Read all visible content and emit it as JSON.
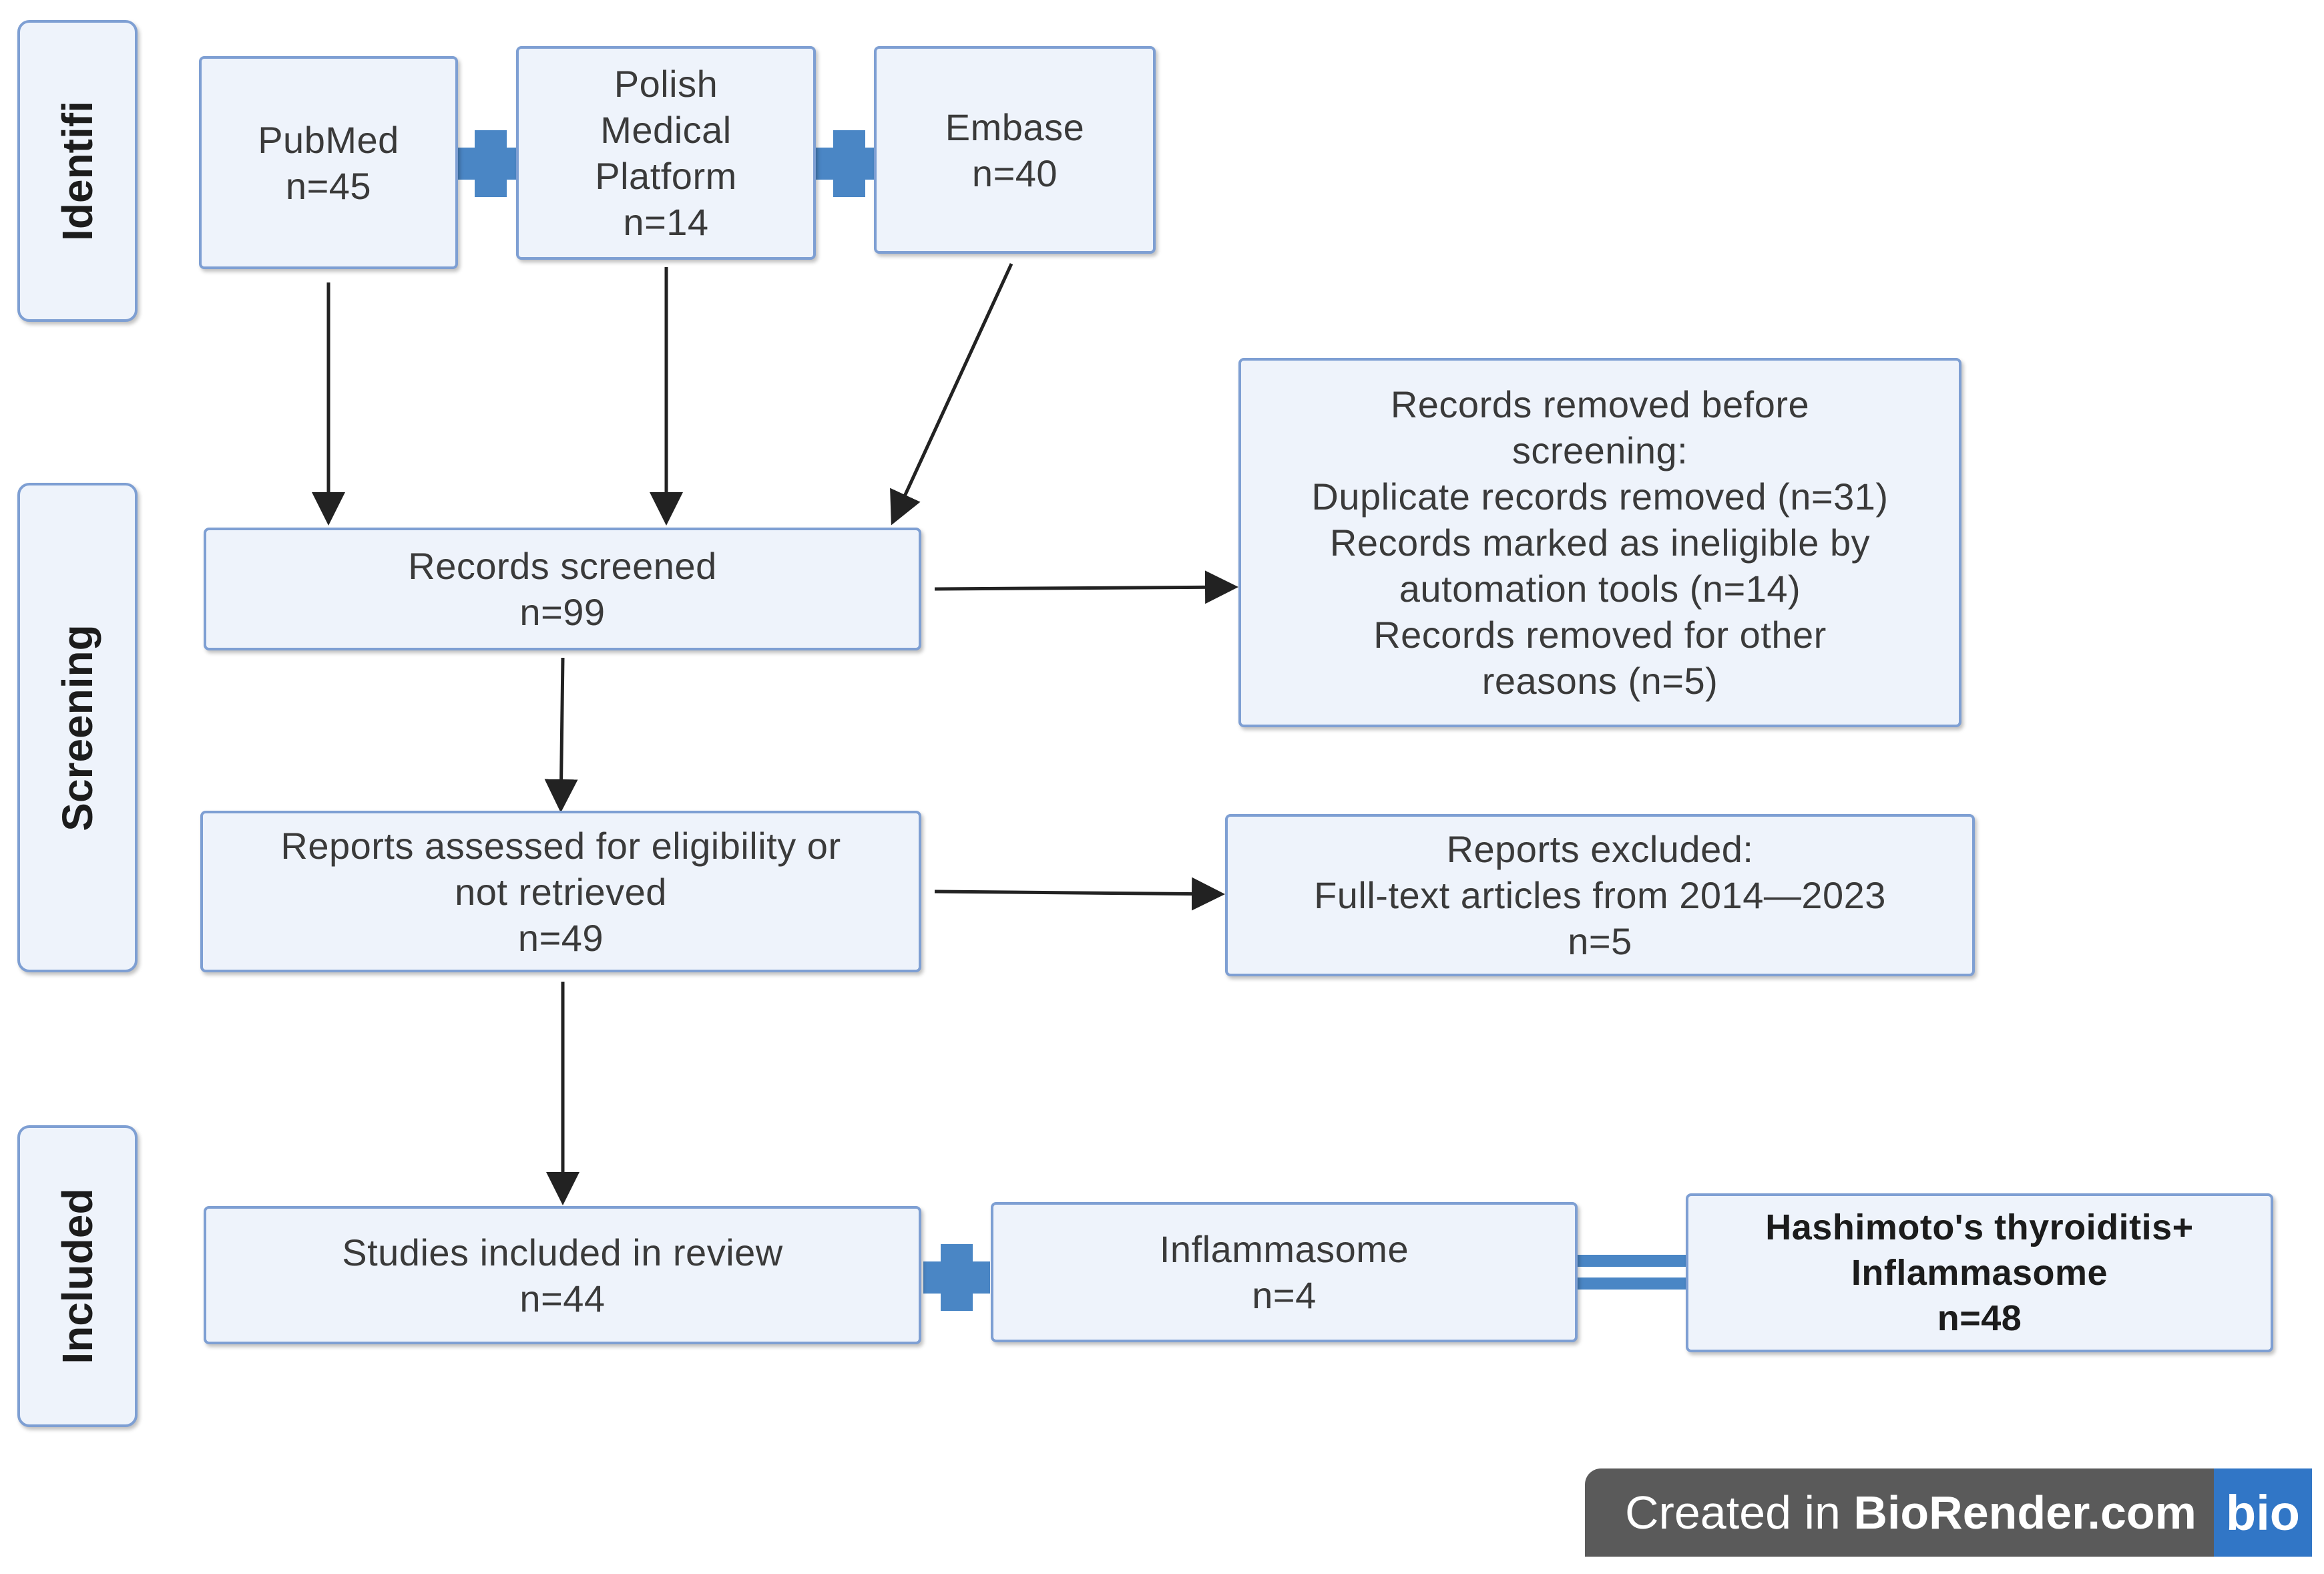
{
  "stages": {
    "identification": "Identifi",
    "screening": "Screening",
    "included": "Included"
  },
  "sources": {
    "pubmed": [
      "PubMed",
      "n=45"
    ],
    "polish": [
      "Polish",
      "Medical",
      "Platform",
      "n=14"
    ],
    "embase": [
      "Embase",
      "n=40"
    ]
  },
  "screened": [
    "Records screened",
    "n=99"
  ],
  "removed": [
    "Records removed before",
    "screening:",
    "Duplicate records removed (n=31)",
    "Records marked as ineligible by",
    "automation tools (n=14)",
    "Records removed for other",
    "reasons (n=5)"
  ],
  "assessed": [
    "Reports assessed for eligibility or",
    "not retrieved",
    "n=49"
  ],
  "excluded": [
    "Reports excluded:",
    "Full-text articles from 2014—2023",
    "n=5"
  ],
  "included_studies": [
    "Studies included in review",
    "n=44"
  ],
  "inflammasome": [
    "Inflammasome",
    "n=4"
  ],
  "total": [
    "Hashimoto's thyroiditis+",
    "Inflammasome",
    "n=48"
  ],
  "badge": {
    "prefix": "Created in ",
    "brand": "BioRender.com",
    "logo": "bio"
  },
  "colors": {
    "box_fill": "#eef3fb",
    "box_border": "#7e9fd3",
    "connector": "#4a86c5",
    "arrow": "#222222",
    "badge_bg": "#5a5a5a",
    "logo_bg": "#3176c6"
  }
}
